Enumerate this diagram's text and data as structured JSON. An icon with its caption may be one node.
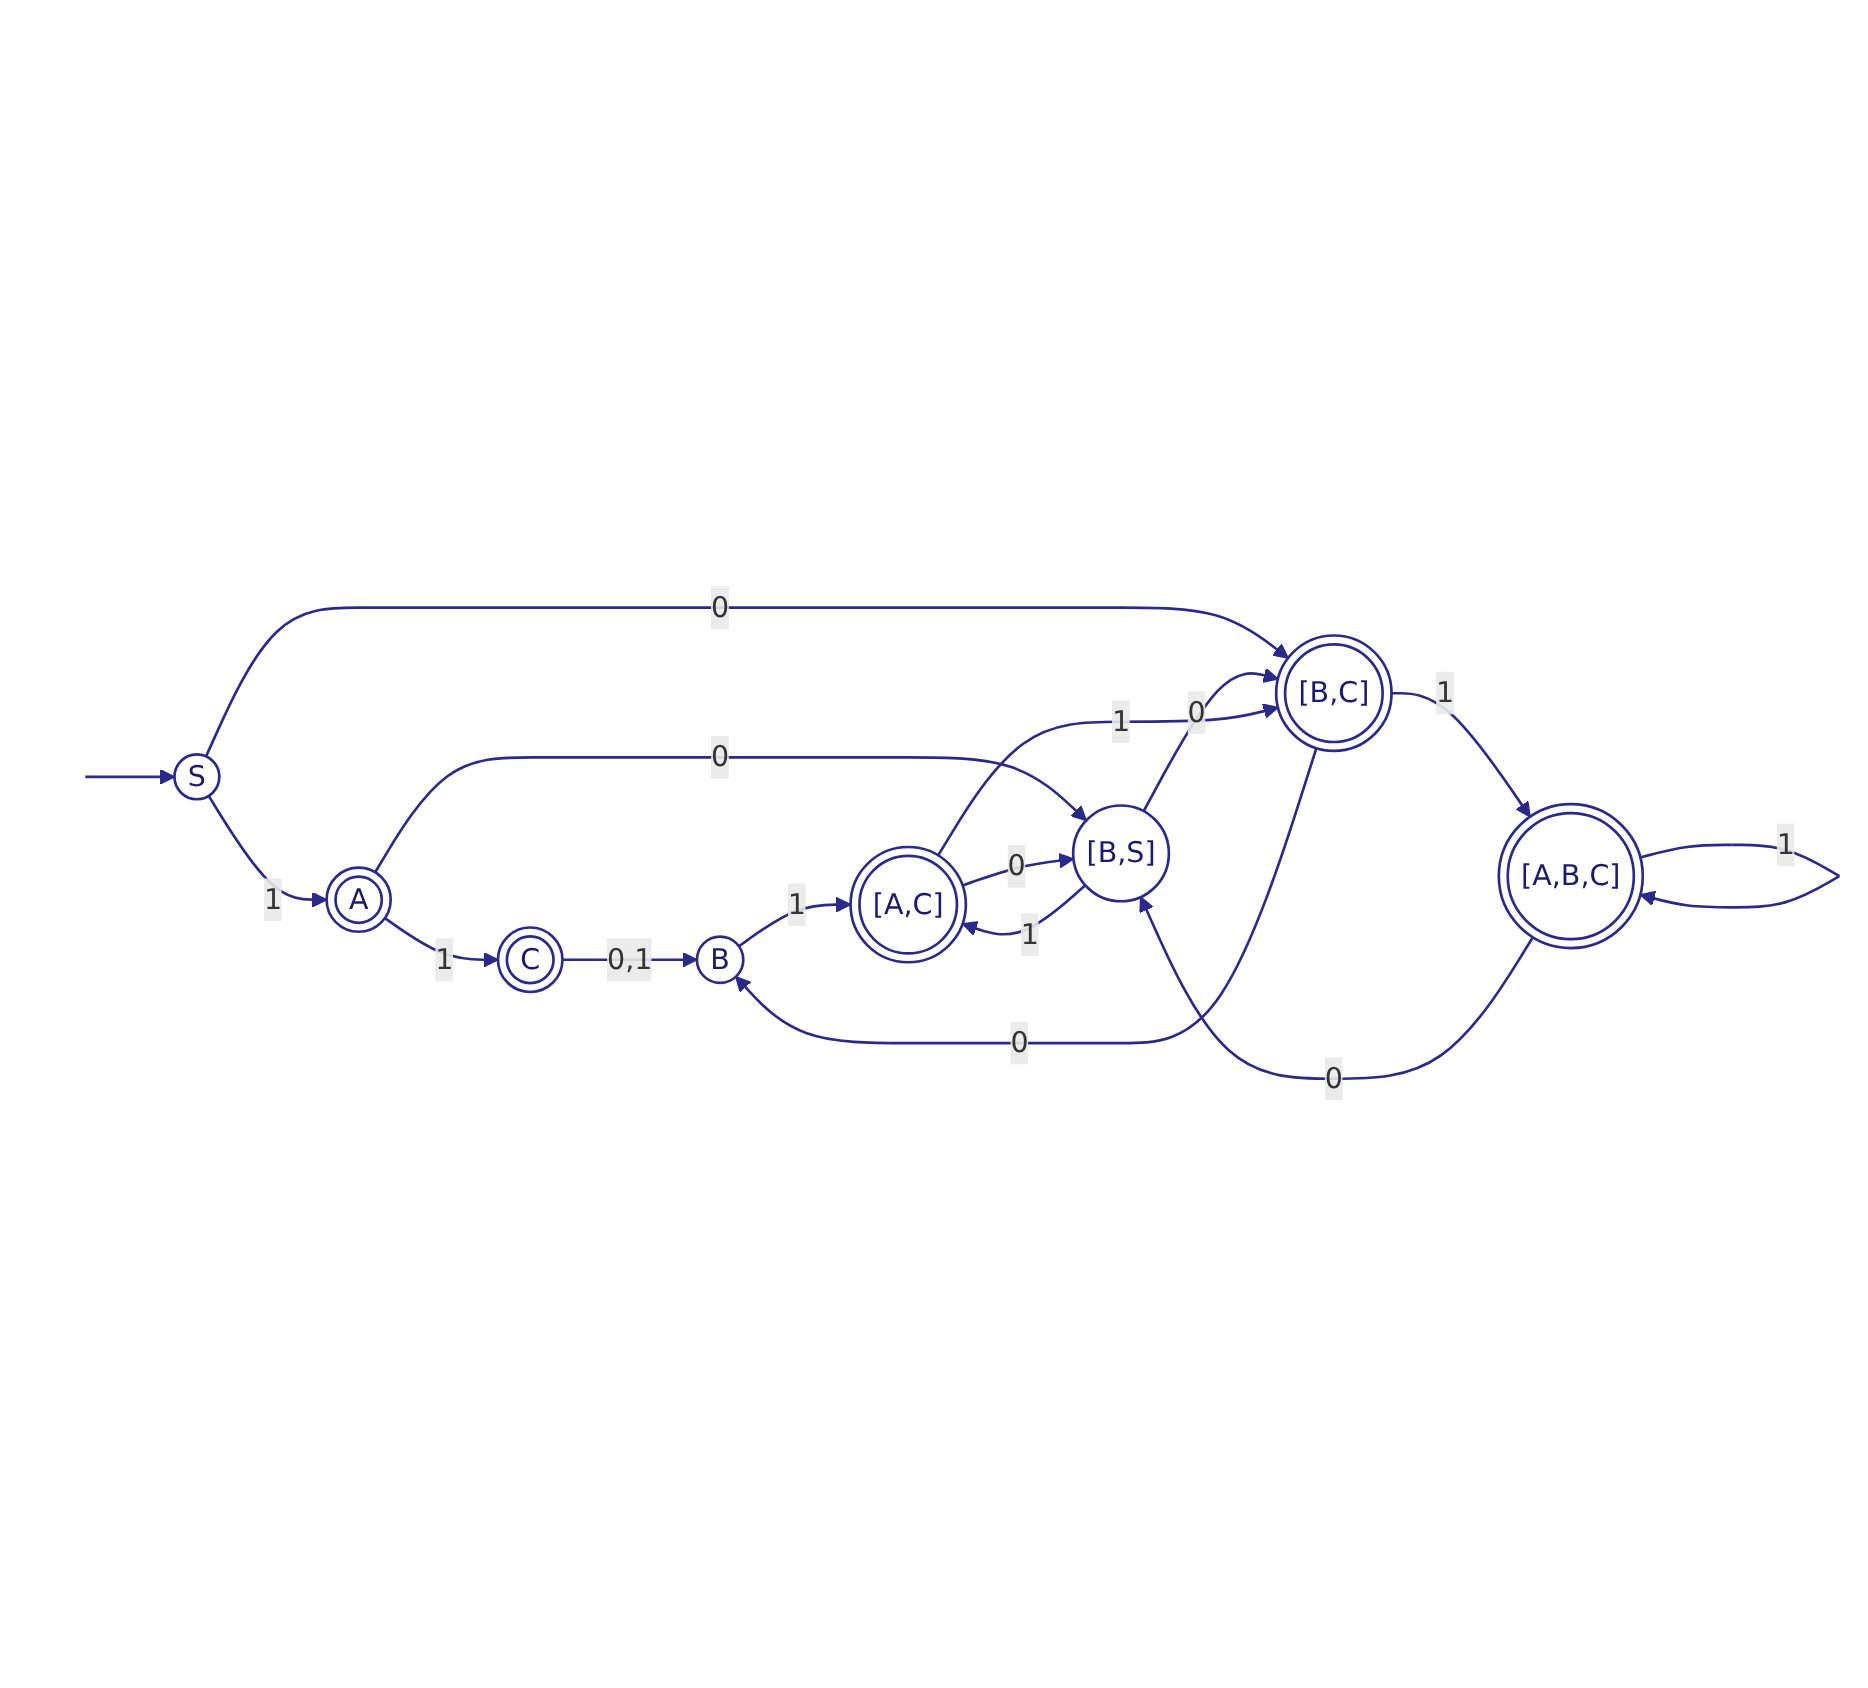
{
  "diagram": {
    "nodes": [
      {
        "text": [
          "S"
        ]
      },
      {
        "text": [
          "A"
        ]
      },
      {
        "text": [
          "C"
        ]
      },
      {
        "text": [
          "[B,C]"
        ]
      },
      {
        "text": [
          "[B,S]"
        ]
      },
      {
        "text": [
          "B"
        ]
      },
      {
        "text": [
          "[A,B,C]"
        ]
      },
      {
        "text": [
          "[A,C]"
        ]
      }
    ],
    "edges": [
      {
        "from": null,
        "to": 0,
        "arrow": "to"
      },
      {
        "from": 0,
        "to": 1,
        "arrow": "to",
        "label": "1"
      },
      {
        "from": 1,
        "to": 2,
        "arrow": "to",
        "label": "1"
      },
      {
        "from": 0,
        "to": 3,
        "arrow": "to",
        "label": "0"
      },
      {
        "from": 1,
        "to": 4,
        "arrow": "to",
        "label": "0"
      },
      {
        "from": 4,
        "to": 3,
        "arrow": "to",
        "label": "0"
      },
      {
        "from": 2,
        "to": 5,
        "arrow": "to",
        "label": "0,1"
      },
      {
        "from": 3,
        "to": 5,
        "arrow": "to",
        "label": "0"
      },
      {
        "from": 3,
        "to": 6,
        "arrow": "to",
        "label": "1"
      },
      {
        "from": 6,
        "to": 4,
        "arrow": "to",
        "label": "0"
      },
      {
        "from": 6,
        "to": 6,
        "arrow": "to",
        "label": "1"
      },
      {
        "from": 4,
        "to": 7,
        "arrow": "to",
        "label": "1"
      },
      {
        "from": 7,
        "to": 4,
        "arrow": "to",
        "label": "0"
      },
      {
        "from": 5,
        "to": 7,
        "arrow": "to",
        "label": "1"
      },
      {
        "from": 7,
        "to": 3,
        "arrow": "to",
        "label": "1"
      }
    ]
  }
}
